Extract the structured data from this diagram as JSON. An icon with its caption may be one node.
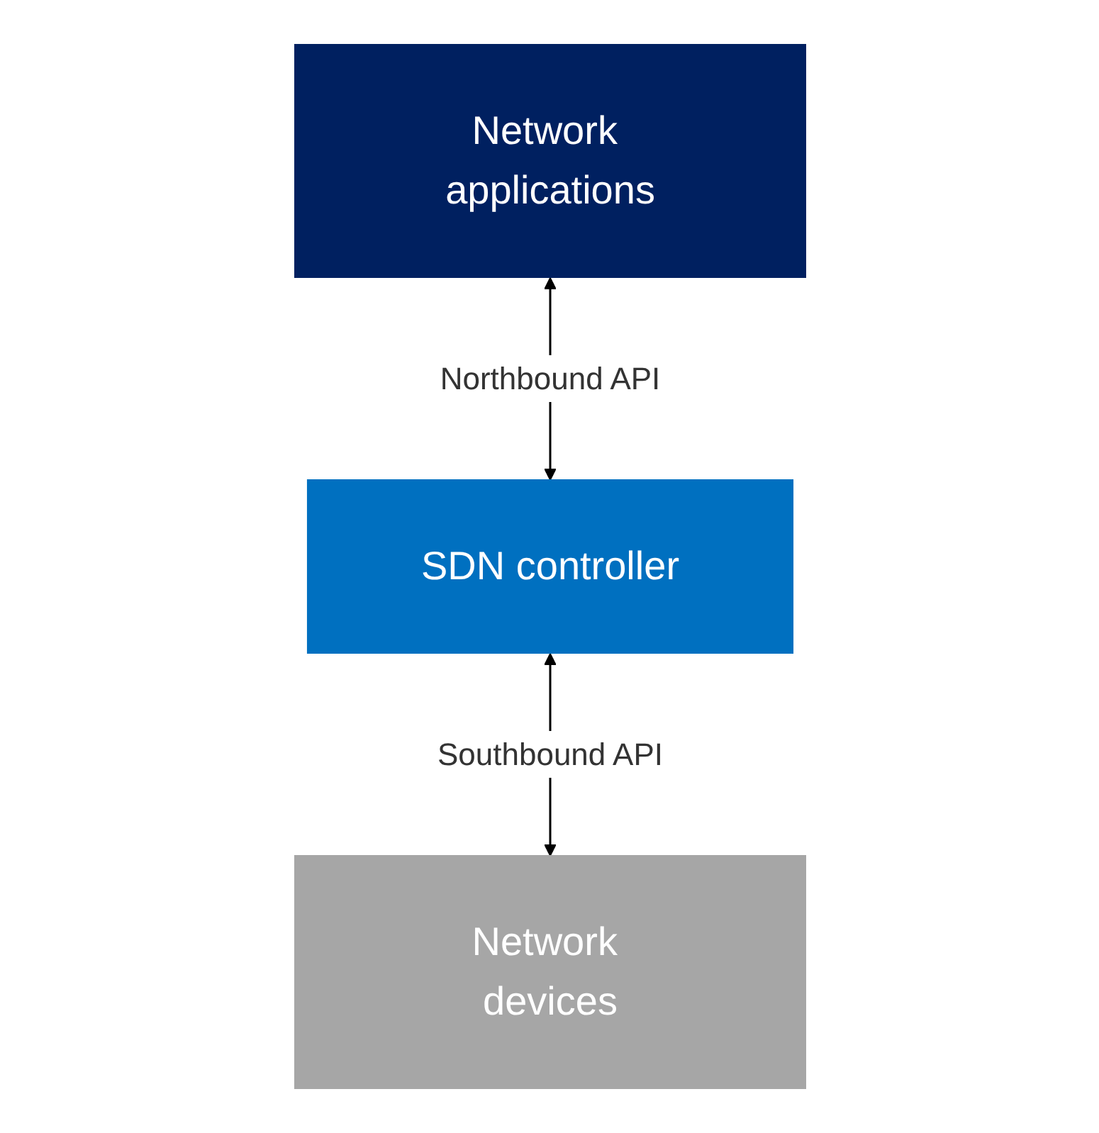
{
  "diagram": {
    "nodes": [
      {
        "text": [
          "Network applications"
        ]
      },
      {
        "text": [
          "SDN controller"
        ]
      },
      {
        "text": [
          "Network devices"
        ]
      }
    ],
    "edges": [
      {
        "from": 0,
        "to": 1,
        "arrow": "both",
        "label": "Northbound API"
      },
      {
        "from": 1,
        "to": 2,
        "arrow": "both",
        "label": "Southbound API"
      }
    ]
  }
}
